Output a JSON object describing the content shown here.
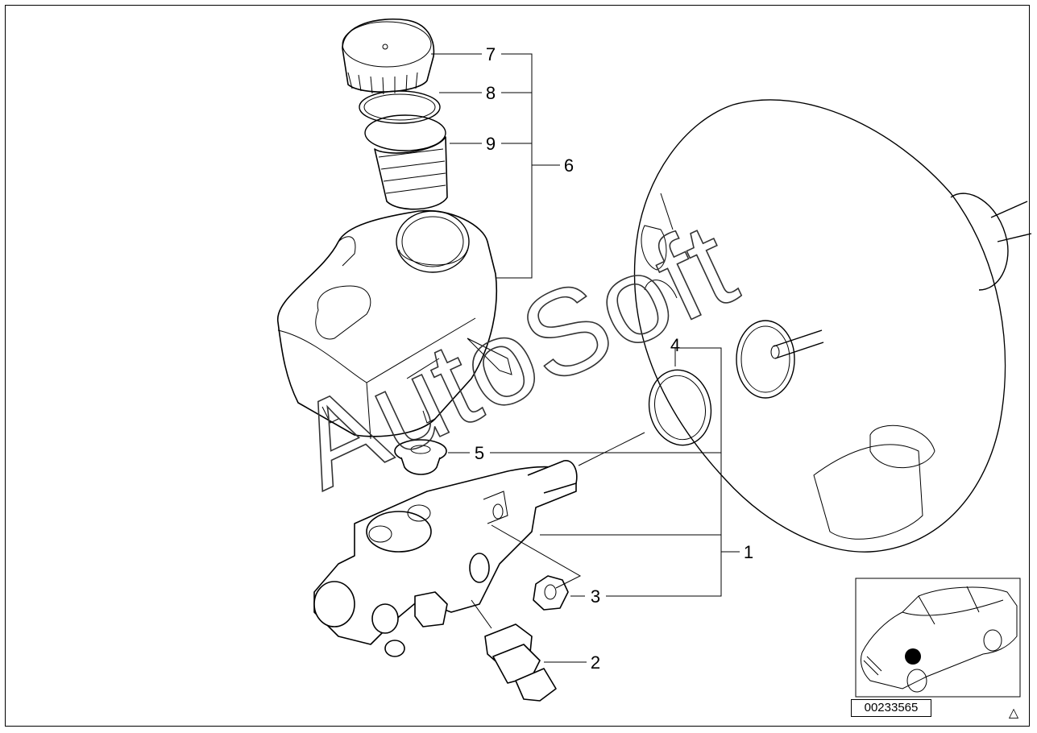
{
  "diagram": {
    "part_labels": {
      "p1": "1",
      "p2": "2",
      "p3": "3",
      "p4": "4",
      "p5": "5",
      "p6": "6",
      "p7": "7",
      "p8": "8",
      "p9": "9"
    },
    "watermark": "AutoSoft",
    "reference_code": "00233565",
    "corner_symbol": "△"
  }
}
